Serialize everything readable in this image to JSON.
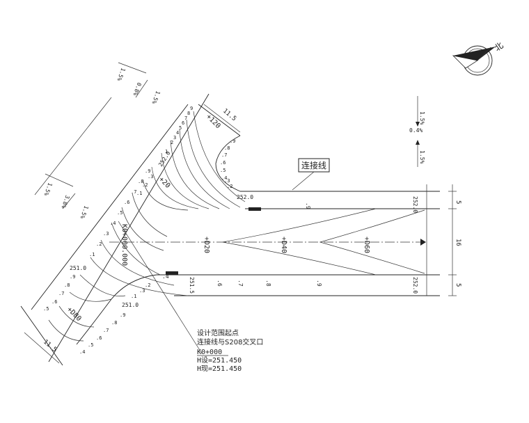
{
  "compass": {
    "label": "北"
  },
  "label_box": {
    "text": "连接线"
  },
  "slopes": {
    "road_top": "1.5%",
    "road_mid": "0.4%",
    "road_bot": "1.5%",
    "arm_a1": "1.5%",
    "arm_a2": "0.8%",
    "arm_a3": "1.5%",
    "arm_b1": "1.5%",
    "arm_b2": "3.8%",
    "arm_b3": "1.5%"
  },
  "dims": {
    "top": "5",
    "mid": "16",
    "bot": "5",
    "arm_top": "11.5",
    "arm_bot": "11.5"
  },
  "stations": {
    "s0": "K0+000.000",
    "s20": "+D20",
    "s40": "+D40",
    "s60": "+D60",
    "a20": "+120",
    "a40": "+20",
    "b80": "+D80"
  },
  "elevations": {
    "top_right": "252.0",
    "bot_right": "252.0",
    "top_center": "252.0",
    "arm_top": "252.0",
    "arm_left": "251.0",
    "arm_lower": "251.0",
    "bot_center": "251.5"
  },
  "ticks_top_right": [
    ".9"
  ],
  "ticks_bot_row": [
    ".4",
    ".6",
    ".7",
    ".8",
    ".9"
  ],
  "ticks_arm_upper": [
    "9",
    "8",
    "7",
    "6",
    "5",
    "4",
    "3",
    "2",
    "1"
  ],
  "ticks_arm_inner": [
    ".9",
    ".8",
    ".7",
    ".6",
    ".5",
    ".4",
    ".3",
    ".2"
  ],
  "ticks_arm_left": [
    ".9",
    ".8",
    ".7",
    ".6",
    ".5",
    ".4",
    ".3",
    ".2",
    ".1"
  ],
  "ticks_arm_lower_left": [
    ".9",
    ".8",
    ".7",
    ".6",
    ".5"
  ],
  "ticks_arm_lower_right": [
    ".9",
    ".8",
    ".7",
    ".6",
    ".5",
    ".4"
  ],
  "ticks_arm_mid": [
    ".3",
    ".2",
    ".1"
  ],
  "ticks_corner_b": [
    ".1",
    ".2",
    ".3"
  ],
  "note": {
    "line1": "设计范围起点",
    "line2": "连接线与S208交叉口",
    "line3": "K0+000",
    "line4": "H设=251.450",
    "line5": "H现=251.450"
  }
}
